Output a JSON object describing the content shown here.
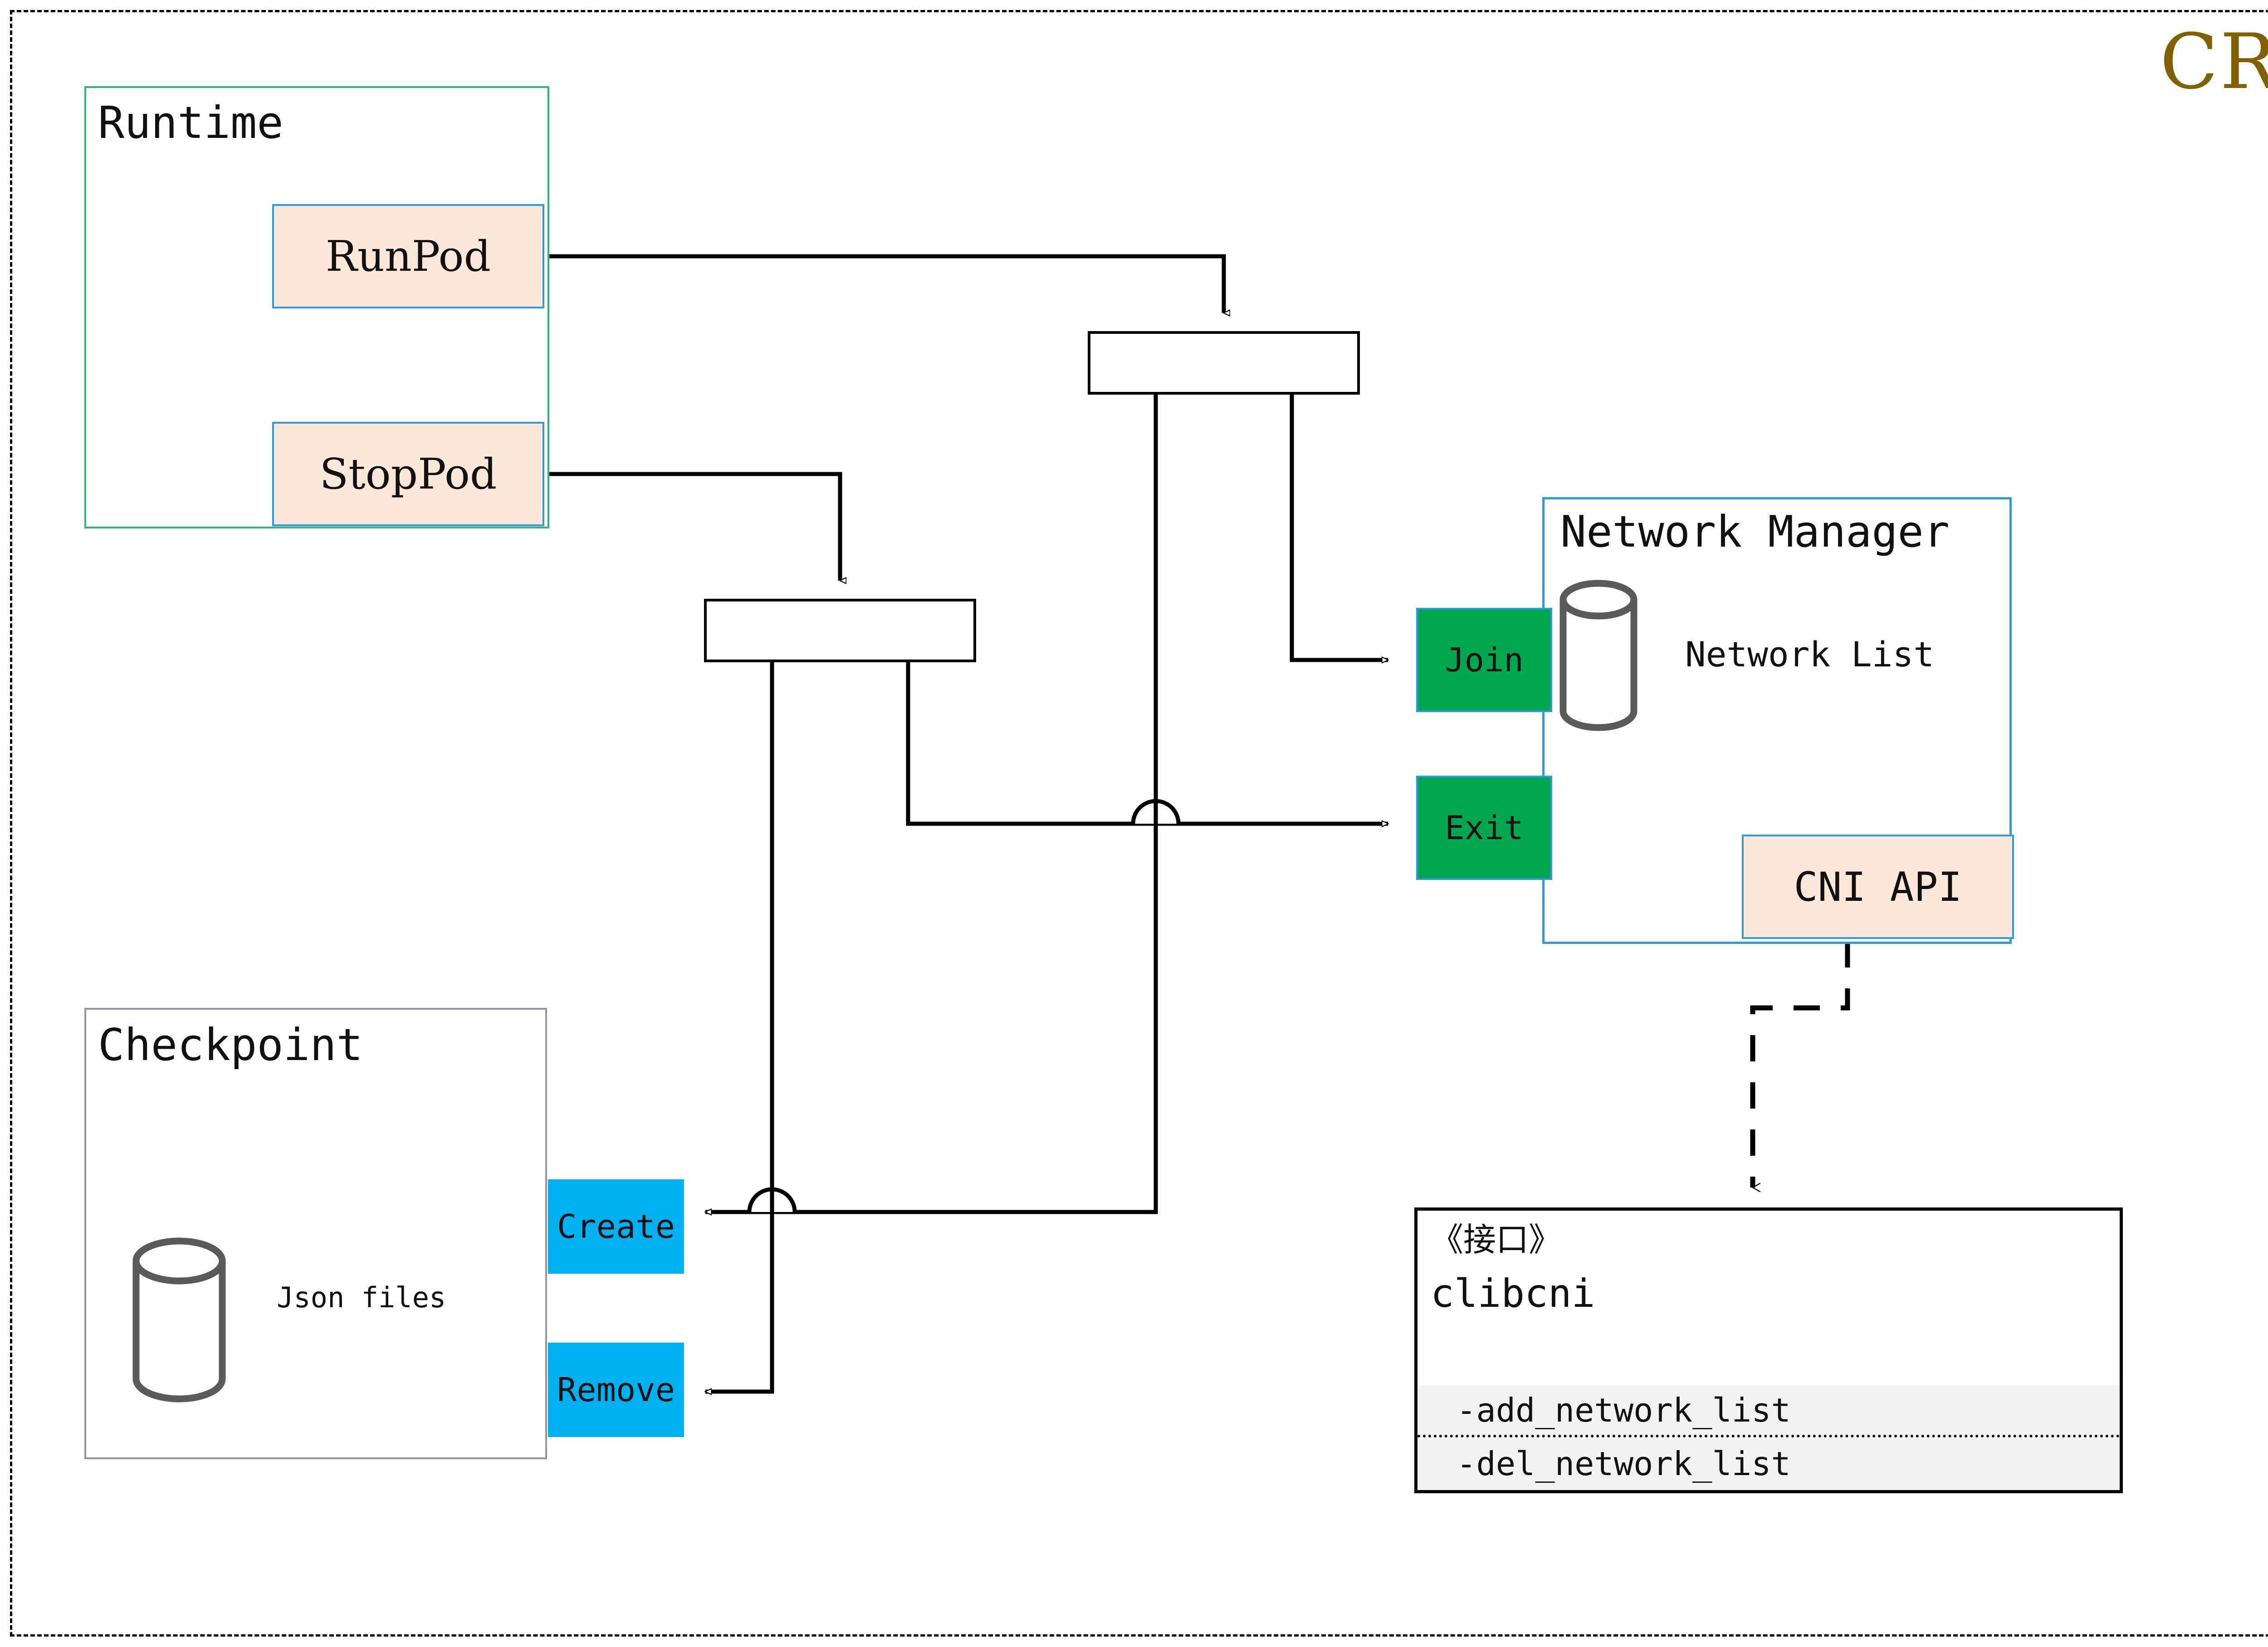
{
  "title": "CRI",
  "title_color": "#806000",
  "groups": {
    "runtime": {
      "label": "Runtime",
      "border_color": "#2eb872"
    },
    "checkpoint": {
      "label": "Checkpoint",
      "border_color": "#9a8fa8"
    },
    "network_manager": {
      "label": "Network Manager",
      "border_color": "#2e9bdd"
    }
  },
  "runtime_methods": [
    {
      "label": "RunPod",
      "fill": "#fce8d8",
      "border": "#2e9bdd"
    },
    {
      "label": "StopPod",
      "fill": "#fce8d8",
      "border": "#2e9bdd"
    }
  ],
  "network_ops": [
    {
      "label": "Join",
      "fill": "#00a650"
    },
    {
      "label": "Exit",
      "fill": "#00a650"
    }
  ],
  "checkpoint_ops": [
    {
      "label": "Create",
      "fill": "#00b0ef"
    },
    {
      "label": "Remove",
      "fill": "#00b0ef"
    }
  ],
  "datastores": [
    {
      "label": "Network List",
      "parent": "network_manager"
    },
    {
      "label": "Json files",
      "parent": "checkpoint"
    }
  ],
  "cni_api": {
    "label": "CNI API",
    "fill": "#fce8d8",
    "border": "#2e9bdd"
  },
  "interface": {
    "stereotype": "《接口》",
    "name": "clibcni",
    "methods": [
      "-add_network_list",
      "-del_network_list"
    ]
  }
}
